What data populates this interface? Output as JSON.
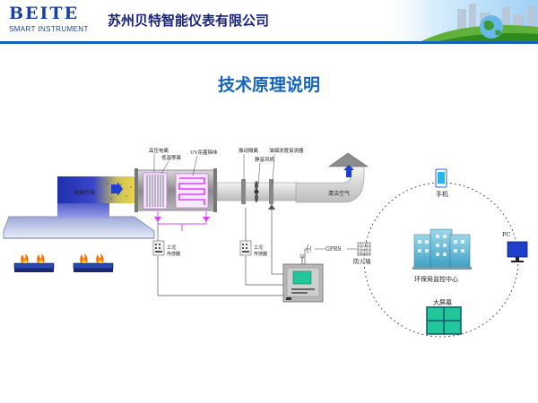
{
  "header": {
    "logo_main": "BEITE",
    "logo_sub": "SMART INSTRUMENT",
    "company": "苏州贝特智能仪表有限公司"
  },
  "slide_title": "技术原理说明",
  "diagram": {
    "labels": {
      "kitchen_fume": "油烟污染",
      "high_voltage": "高压电离",
      "low_temp_plasma": "低温等离",
      "uv_lamp": "UV杀菌除味",
      "vibration": "振动隔离",
      "silencer_fan": "静音风机",
      "fume_detector": "油烟浓度探测器",
      "clean_air": "清洁空气",
      "sensor_left": "工况\n传感器",
      "sensor_right": "工况\n传感器",
      "gprs": "GPRS",
      "firewall": "防火墙",
      "phone": "手机",
      "pc": "PC",
      "epb_center": "环保局监控中心",
      "big_screen": "大屏幕"
    },
    "colors": {
      "title_blue": "#1565c0",
      "company_navy": "#1a237e",
      "duct_blue": "#2233bb",
      "duct_yellow": "#f1d640",
      "purifier_gray": "#9e9e9e",
      "plasma_pink": "#e040fb",
      "screen_green": "#21c79a",
      "pc_blue": "#1e40c8"
    }
  }
}
